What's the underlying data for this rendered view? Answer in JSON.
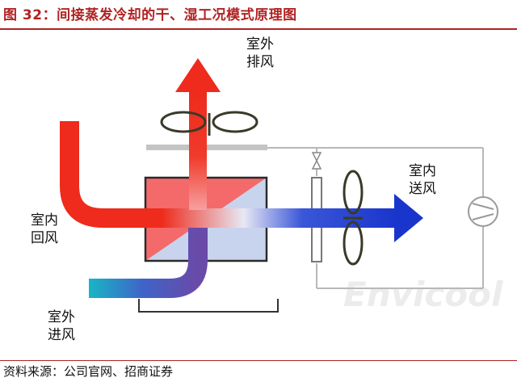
{
  "header": {
    "figure_title": "图 32：间接蒸发冷却的干、湿工况模式原理图"
  },
  "labels": {
    "outdoor_exhaust": [
      "室外",
      "排风"
    ],
    "indoor_return": [
      "室内",
      "回风"
    ],
    "indoor_supply": [
      "室内",
      "送风"
    ],
    "outdoor_intake": [
      "室外",
      "进风"
    ]
  },
  "watermark": "Envicool",
  "footer": {
    "source": "资料来源：公司官网、招商证券"
  },
  "colors": {
    "hot_air": "#f03020",
    "cool_air": "#1f3fd0",
    "intake_air": "#19b8c8",
    "title": "#b22222",
    "exchanger_pink": "#f46a6a",
    "exchanger_blue": "#c8d4ee"
  }
}
